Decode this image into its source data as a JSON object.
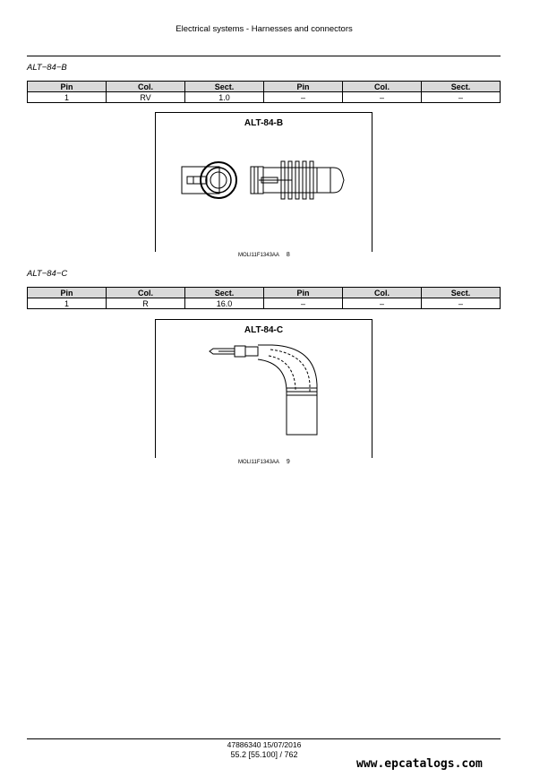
{
  "header": {
    "title": "Electrical systems - Harnesses and connectors"
  },
  "connectors": [
    {
      "label": "ALT−84−B",
      "columns": [
        "Pin",
        "Col.",
        "Sect.",
        "Pin",
        "Col.",
        "Sect."
      ],
      "row": [
        "1",
        "RV",
        "1.0",
        "–",
        "–",
        "–"
      ],
      "figure": {
        "title": "ALT-84-B",
        "image_code": "MOLI11F1343AA",
        "fig_number": "8"
      }
    },
    {
      "label": "ALT−84−C",
      "columns": [
        "Pin",
        "Col.",
        "Sect.",
        "Pin",
        "Col.",
        "Sect."
      ],
      "row": [
        "1",
        "R",
        "16.0",
        "–",
        "–",
        "–"
      ],
      "figure": {
        "title": "ALT-84-C",
        "image_code": "MOLI11F1343AA",
        "fig_number": "9"
      }
    }
  ],
  "footer": {
    "doc_ref": "47886340 15/07/2016",
    "page": "55.2 [55.100] / 762"
  },
  "watermark": "www.epcatalogs.com"
}
